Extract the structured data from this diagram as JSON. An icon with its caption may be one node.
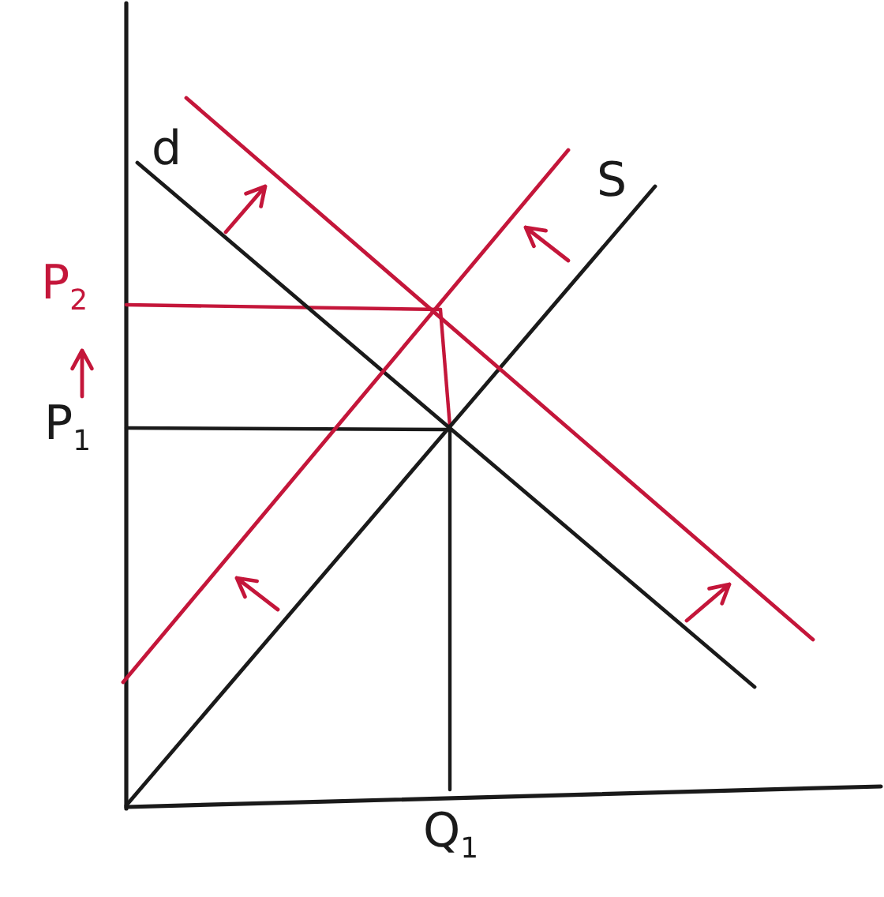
{
  "diagram": {
    "labels": [
      "d",
      "S",
      "P$_{2}$",
      "P$_{1}$",
      "Q$_{1}$"
    ]
  }
}
